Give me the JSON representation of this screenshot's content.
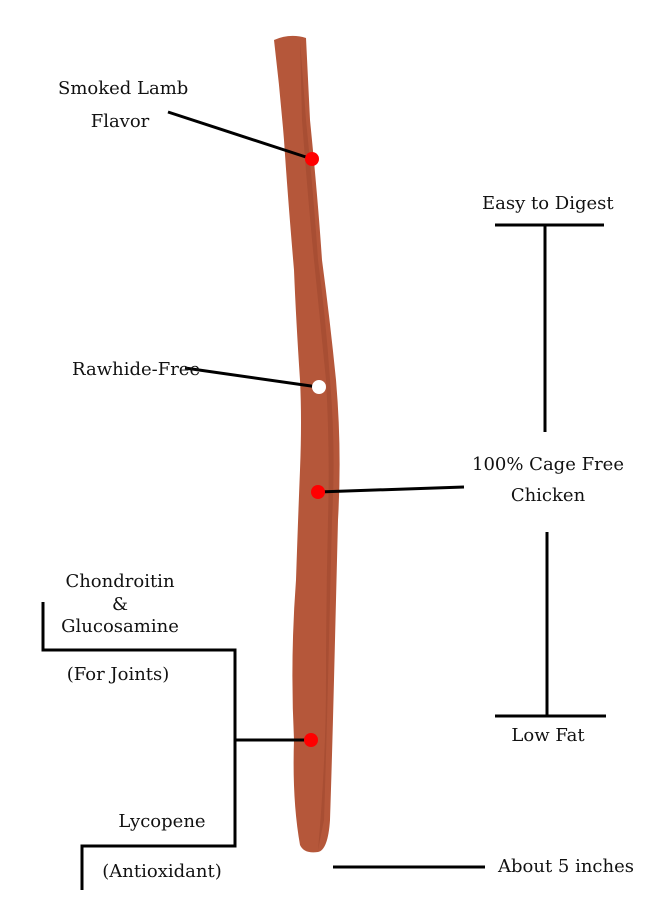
{
  "product_image": {
    "stick_color": "#b5573a",
    "stick_shadow": "#8f3f28",
    "line_color": "#000000",
    "red_dot_color": "#ff0000",
    "white_dot_color": "#ffffff"
  },
  "labels": {
    "smoked_lamb_line1": "Smoked Lamb",
    "smoked_lamb_line2": "Flavor",
    "rawhide_free": "Rawhide-Free",
    "easy_to_digest": "Easy to Digest",
    "cage_free_line1": "100% Cage Free",
    "cage_free_line2": "Chicken",
    "low_fat": "Low Fat",
    "chondroitin": "Chondroitin",
    "ampersand": "&",
    "glucosamine": "Glucosamine",
    "for_joints": "(For Joints)",
    "lycopene": "Lycopene",
    "antioxidant": "(Antioxidant)",
    "size": "About 5 inches"
  }
}
